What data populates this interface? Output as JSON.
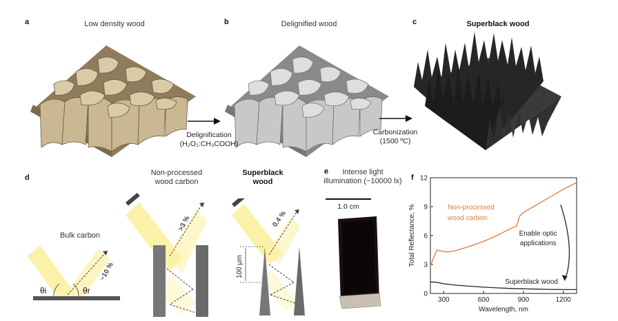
{
  "panels": {
    "a": {
      "letter": "a",
      "title": "Low density wood"
    },
    "b": {
      "letter": "b",
      "title": "Delignified wood"
    },
    "c": {
      "letter": "c",
      "title": "Superblack wood"
    },
    "d": {
      "letter": "d"
    },
    "e": {
      "letter": "e",
      "title_line1": "Intense light",
      "title_line2": "illumination (~10000 lx)",
      "scale_label": "1.0 cm"
    },
    "f": {
      "letter": "f"
    }
  },
  "steps": {
    "delignification": {
      "line1": "Delignification",
      "line2": "(H₂O₂:CH₃COOH)"
    },
    "carbonization": {
      "line1": "Carbonization",
      "line2": "(1500 ºC)"
    }
  },
  "schematics": {
    "bulk": {
      "label": "Bulk carbon",
      "percent": "~10 %",
      "theta_i": "θi",
      "theta_r": "θr"
    },
    "nonprocessed": {
      "label_line1": "Non-processed",
      "label_line2": "wood carbon",
      "percent": ">3 %"
    },
    "superblack": {
      "label_line1": "Superblack",
      "label_line2": "wood",
      "percent": "0.4 %",
      "height": "100 μm"
    }
  },
  "chart_data": {
    "type": "line",
    "xlabel": "Wavelength, nm",
    "ylabel": "Total Reflectance, %",
    "xlim": [
      200,
      1300
    ],
    "ylim": [
      0,
      12
    ],
    "xticks": [
      300,
      600,
      900,
      1200
    ],
    "yticks": [
      0,
      3,
      6,
      9,
      12
    ],
    "annotation_line1": "Enable optic",
    "annotation_line2": "applications",
    "series": [
      {
        "name": "Non-processed wood carbon",
        "label_line1": "Non-processed",
        "label_line2": "wood carbon",
        "color": "#e07a3a",
        "x": [
          200,
          220,
          250,
          280,
          320,
          380,
          450,
          520,
          600,
          700,
          800,
          850,
          870,
          900,
          1000,
          1100,
          1200,
          1300
        ],
        "y": [
          2.8,
          3.6,
          4.5,
          4.4,
          4.3,
          4.4,
          4.7,
          5.0,
          5.4,
          6.0,
          6.7,
          7.0,
          8.0,
          8.4,
          9.2,
          10.0,
          10.8,
          11.5
        ]
      },
      {
        "name": "Superblack wood",
        "label_line1": "Superblack wood",
        "color": "#222222",
        "x": [
          200,
          250,
          300,
          400,
          500,
          600,
          700,
          800,
          900,
          1000,
          1100,
          1200,
          1300
        ],
        "y": [
          1.2,
          1.15,
          1.0,
          0.85,
          0.75,
          0.65,
          0.58,
          0.52,
          0.48,
          0.45,
          0.42,
          0.4,
          0.4
        ]
      }
    ]
  },
  "colors": {
    "wood": "#b7a583",
    "delignified": "#b5b5b5",
    "superblack": "#2a2a2a",
    "beam": "#fbf1a8",
    "orange": "#e07a3a"
  }
}
